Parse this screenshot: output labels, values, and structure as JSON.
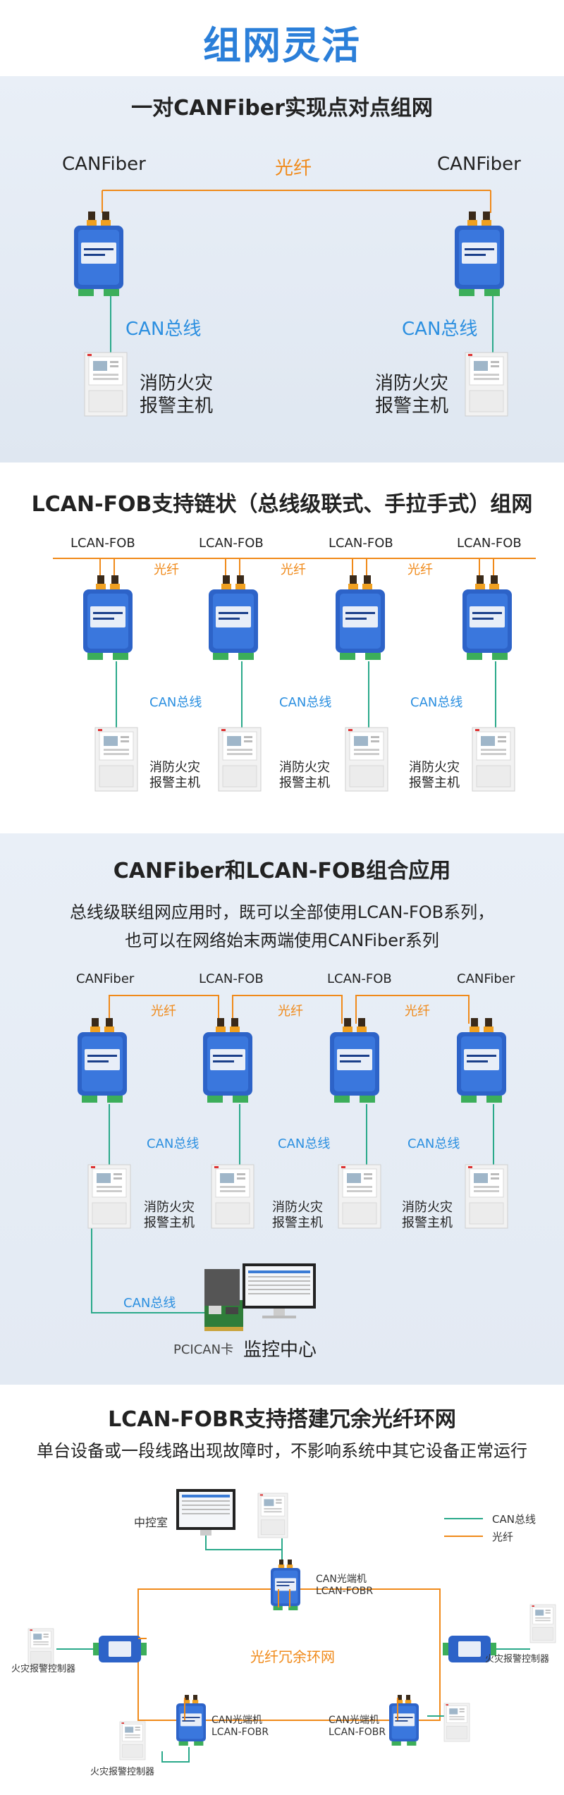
{
  "header": {
    "title": "组网灵活"
  },
  "section1": {
    "title": "一对CANFiber实现点对点组网",
    "left_device": "CANFiber",
    "right_device": "CANFiber",
    "fiber_label": "光纤",
    "can_label_left": "CAN总线",
    "can_label_right": "CAN总线",
    "host_left_line1": "消防火灾",
    "host_left_line2": "报警主机",
    "host_right_line1": "消防火灾",
    "host_right_line2": "报警主机"
  },
  "section2": {
    "title": "LCAN-FOB支持链状（总线级联式、手拉手式）组网",
    "devices": [
      "LCAN-FOB",
      "LCAN-FOB",
      "LCAN-FOB",
      "LCAN-FOB"
    ],
    "fiber_labels": [
      "光纤",
      "光纤",
      "光纤"
    ],
    "can_labels": [
      "CAN总线",
      "CAN总线",
      "CAN总线"
    ],
    "hosts": [
      {
        "l1": "消防火灾",
        "l2": "报警主机"
      },
      {
        "l1": "消防火灾",
        "l2": "报警主机"
      },
      {
        "l1": "消防火灾",
        "l2": "报警主机"
      }
    ]
  },
  "section3": {
    "title": "CANFiber和LCAN-FOB组合应用",
    "desc_line1": "总线级联组网应用时，既可以全部使用LCAN-FOB系列，",
    "desc_line2": "也可以在网络始末两端使用CANFiber系列",
    "devices": [
      "CANFiber",
      "LCAN-FOB",
      "LCAN-FOB",
      "CANFiber"
    ],
    "fiber_labels": [
      "光纤",
      "光纤",
      "光纤"
    ],
    "can_labels": [
      "CAN总线",
      "CAN总线",
      "CAN总线"
    ],
    "hosts": [
      {
        "l1": "消防火灾",
        "l2": "报警主机"
      },
      {
        "l1": "消防火灾",
        "l2": "报警主机"
      },
      {
        "l1": "消防火灾",
        "l2": "报警主机"
      }
    ],
    "bottom_can_label": "CAN总线",
    "pcican_label": "PCICAN卡",
    "monitor_label": "监控中心"
  },
  "section4": {
    "title": "LCAN-FOBR支持搭建冗余光纤环网",
    "desc": "单台设备或一段线路出现故障时，不影响系统中其它设备正常运行",
    "control_room": "中控室",
    "legend_can": "CAN总线",
    "legend_fiber": "光纤",
    "ring_label": "光纤冗余环网",
    "top_node_l1": "CAN光端机",
    "top_node_l2": "LCAN-FOBR",
    "bottom_left_node_l1": "CAN光端机",
    "bottom_left_node_l2": "LCAN-FOBR",
    "bottom_right_node_l1": "CAN光端机",
    "bottom_right_node_l2": "LCAN-FOBR",
    "left_controller": "火灾报警控制器",
    "right_controller": "火灾报警控制器",
    "bottom_controller": "火灾报警控制器"
  },
  "colors": {
    "blue_title": "#2b7fd9",
    "fiber": "#f08a1a",
    "can_line": "#2aa98a",
    "band": "#e6edf6"
  }
}
